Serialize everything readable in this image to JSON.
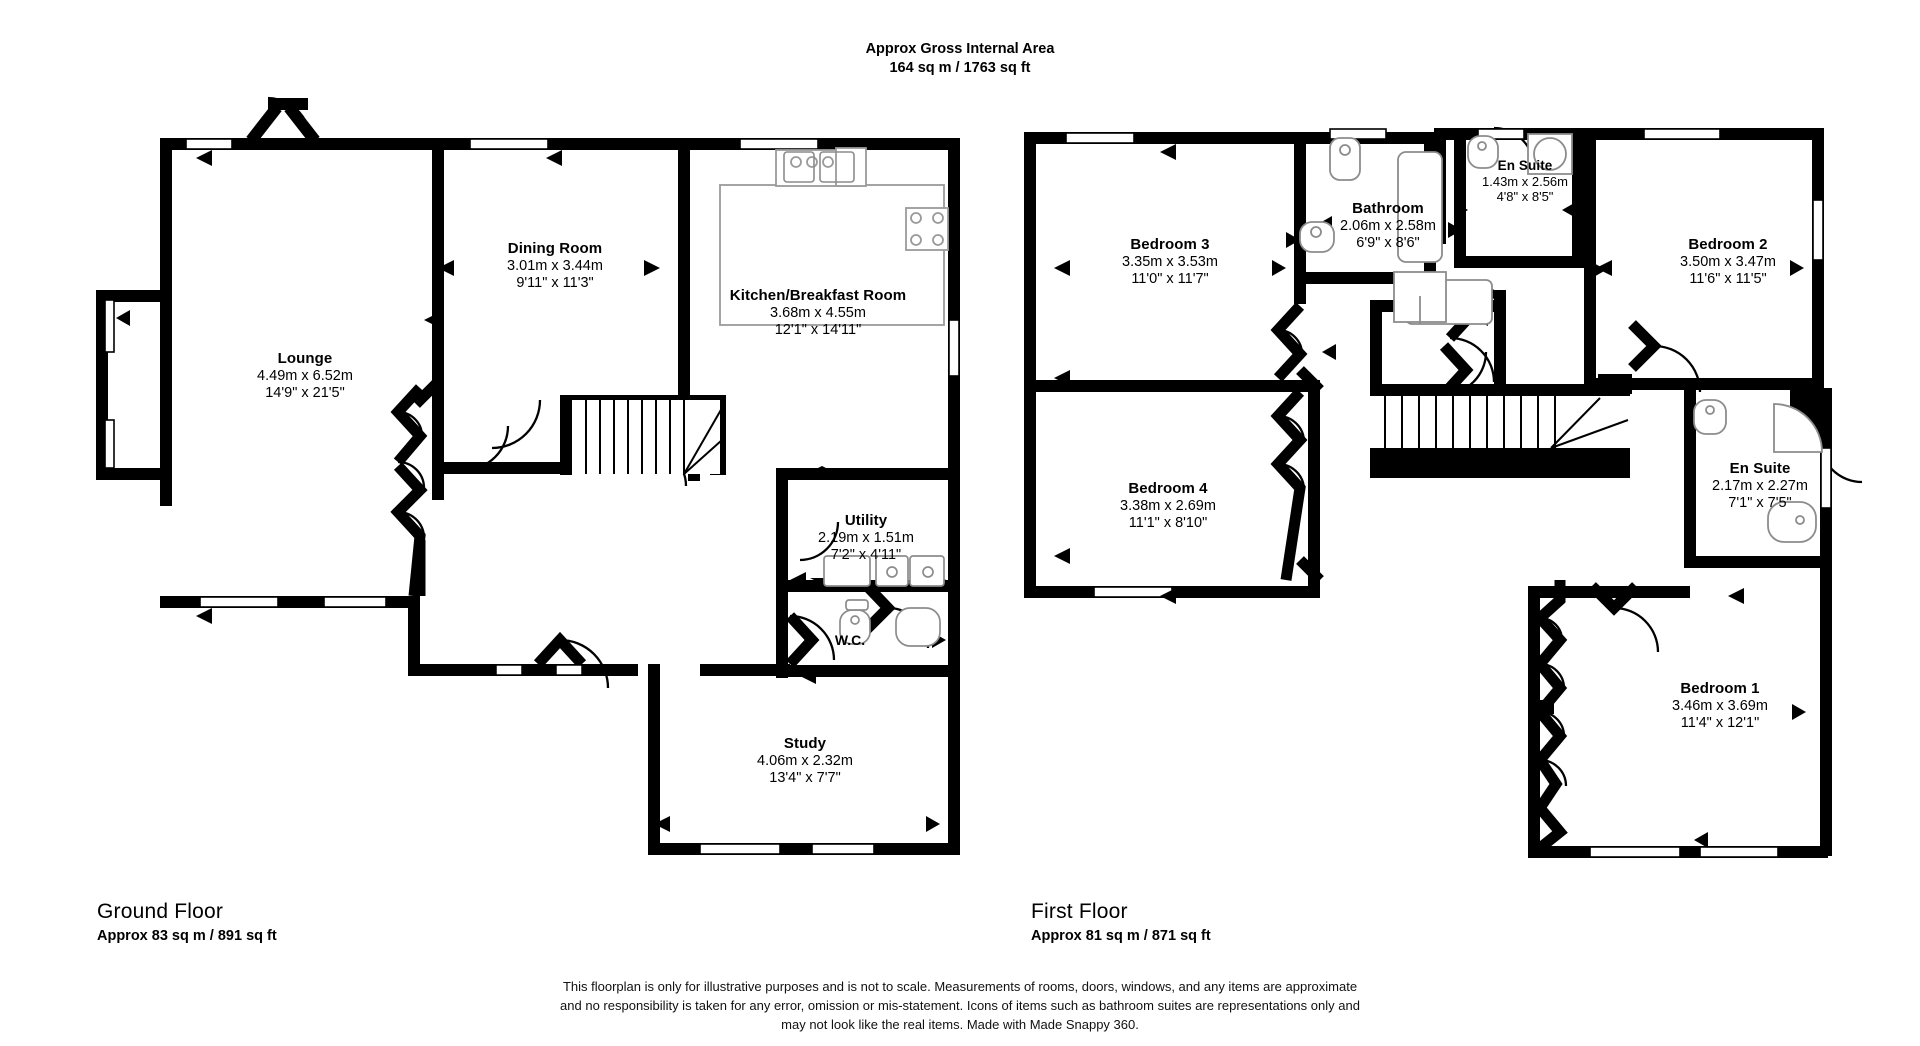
{
  "header": {
    "line1": "Approx Gross Internal Area",
    "line2": "164 sq m / 1763 sq ft"
  },
  "ground_floor": {
    "caption_title": "Ground Floor",
    "caption_sub": "Approx 83 sq m / 891 sq ft",
    "rooms": [
      {
        "name": "Lounge",
        "metric": "4.49m x 6.52m",
        "imperial": "14'9\" x 21'5\""
      },
      {
        "name": "Dining Room",
        "metric": "3.01m x 3.44m",
        "imperial": "9'11\" x 11'3\""
      },
      {
        "name": "Kitchen/Breakfast Room",
        "metric": "3.68m x 4.55m",
        "imperial": "12'1\" x 14'11\""
      },
      {
        "name": "Utility",
        "metric": "2.19m x 1.51m",
        "imperial": "7'2\" x 4'11\""
      },
      {
        "name": "W.C.",
        "metric": "",
        "imperial": ""
      },
      {
        "name": "Study",
        "metric": "4.06m x 2.32m",
        "imperial": "13'4\" x 7'7\""
      }
    ]
  },
  "first_floor": {
    "caption_title": "First Floor",
    "caption_sub": "Approx 81 sq m / 871 sq ft",
    "rooms": [
      {
        "name": "Bedroom 3",
        "metric": "3.35m x 3.53m",
        "imperial": "11'0\" x 11'7\""
      },
      {
        "name": "Bathroom",
        "metric": "2.06m x 2.58m",
        "imperial": "6'9\" x 8'6\""
      },
      {
        "name": "En Suite",
        "metric": "1.43m x 2.56m",
        "imperial": "4'8\" x 8'5\""
      },
      {
        "name": "Bedroom 2",
        "metric": "3.50m x 3.47m",
        "imperial": "11'6\" x 11'5\""
      },
      {
        "name": "Bedroom 4",
        "metric": "3.38m x 2.69m",
        "imperial": "11'1\" x 8'10\""
      },
      {
        "name": "En Suite",
        "metric": "2.17m x 2.27m",
        "imperial": "7'1\" x 7'5\""
      },
      {
        "name": "Bedroom 1",
        "metric": "3.46m x 3.69m",
        "imperial": "11'4\" x 12'1\""
      }
    ]
  },
  "disclaimer": {
    "line1": "This floorplan is only for illustrative purposes and is not to scale. Measurements of rooms, doors, windows, and any items are approximate",
    "line2": "and no responsibility is taken for any error, omission or mis-statement. Icons of items such as bathroom suites are representations only and",
    "line3": "may not look like the real items. Made with Made Snappy 360."
  },
  "colors": {
    "wall": "#000000",
    "fixture": "#808080",
    "background": "#ffffff",
    "text": "#000000"
  }
}
